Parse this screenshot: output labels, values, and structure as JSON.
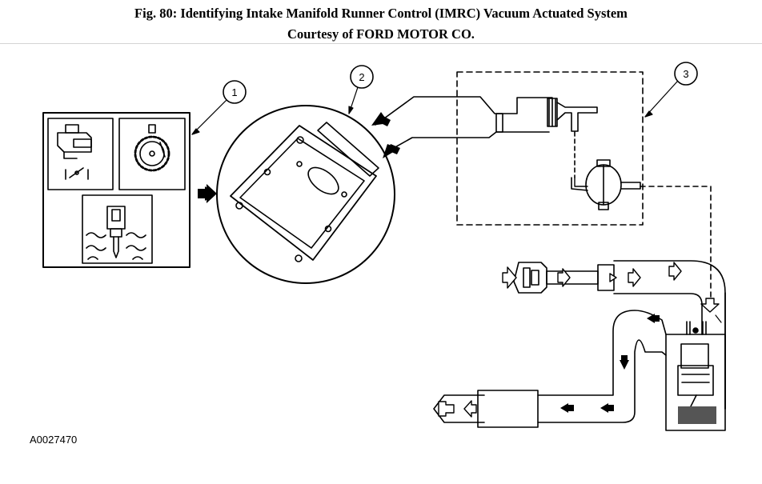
{
  "header": {
    "title": "Fig. 80: Identifying Intake Manifold Runner Control (IMRC) Vacuum Actuated System",
    "subtitle": "Courtesy of FORD MOTOR CO."
  },
  "callouts": [
    "1",
    "2",
    "3"
  ],
  "figure_code": "A0027470"
}
